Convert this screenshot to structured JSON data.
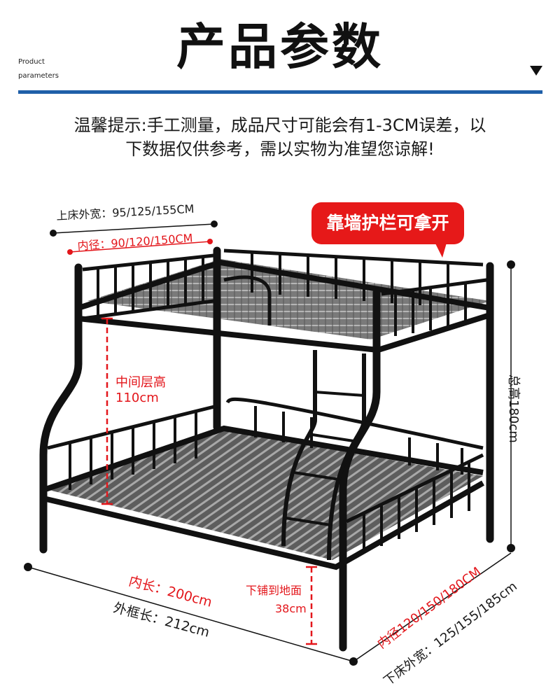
{
  "header": {
    "eng_line1": "Product",
    "eng_line2": "parameters",
    "title": "产品参数"
  },
  "notice": {
    "line1": "温馨提示:手工测量，成品尺寸可能会有1-3CM误差，以",
    "line2": "下数据仅供参考，需以实物为准望您谅解!"
  },
  "callout": "靠墙护栏可拿开",
  "dimensions": {
    "upper_outer_width": "上床外宽：95/125/155CM",
    "upper_inner_width": "内径：90/120/150CM",
    "middle_height_label": "中间层高",
    "middle_height_value": "110cm",
    "total_height": "总高180cm",
    "lower_to_ground_label": "下铺到地面",
    "lower_to_ground_value": "38cm",
    "inner_length": "内长：200cm",
    "outer_frame_length": "外框长：212cm",
    "lower_inner_width": "内径120/150/180CM",
    "lower_outer_width": "下床外宽：125/155/185cm"
  },
  "colors": {
    "accent_blue": "#1f5fa8",
    "accent_red": "#e61919",
    "frame": "#111111"
  }
}
